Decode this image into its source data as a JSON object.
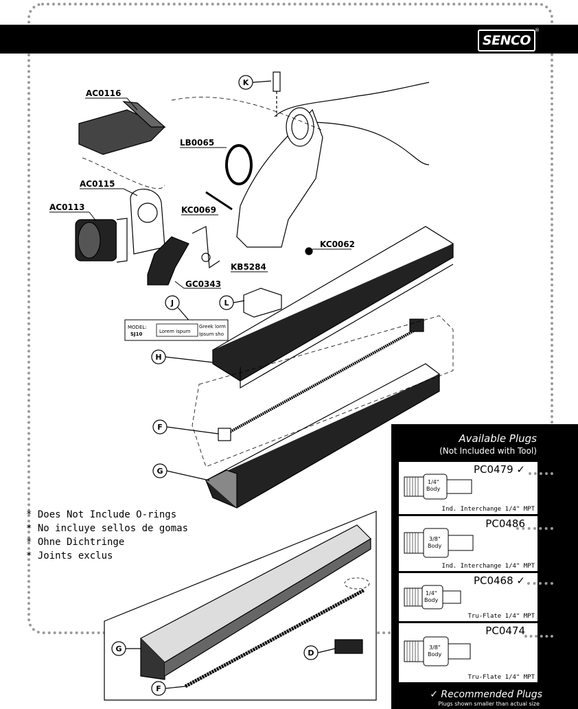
{
  "brand": {
    "logo_text": "SENCO",
    "registered_mark": "®"
  },
  "parts": {
    "ac0116": "AC0116",
    "lb0065": "LB0065",
    "ac0115": "AC0115",
    "ac0113": "AC0113",
    "kc0069": "KC0069",
    "kc0062": "KC0062",
    "kb5284": "KB5284",
    "gc0343": "GC0343"
  },
  "callouts": {
    "k": "K",
    "j": "J",
    "l": "L",
    "h": "H",
    "f": "F",
    "g": "G",
    "d": "D"
  },
  "label_plate": {
    "model_label": "MODEL:",
    "model_value": "SJ10",
    "lorem": "Lorem ispum",
    "greek1": "Greek lorm",
    "greek2": "Ipsum sho"
  },
  "notes": [
    "* Does Not Include O-rings",
    "* No incluye sellos de gomas",
    "* Ohne Dichtringe",
    "* Joints exclus"
  ],
  "plugs_panel": {
    "title": "Available Plugs",
    "subtitle": "(Not Included with Tool)",
    "plugs": [
      {
        "code": "PC0479",
        "recommended": true,
        "body": "1/4\"",
        "body_word": "Body",
        "desc": "Ind. Interchange 1/4\" MPT"
      },
      {
        "code": "PC0486",
        "recommended": false,
        "body": "3/8\"",
        "body_word": "Body",
        "desc": "Ind. Interchange 1/4\" MPT"
      },
      {
        "code": "PC0468",
        "recommended": true,
        "body": "1/4\"",
        "body_word": "Body",
        "desc": "Tru-Flate 1/4\" MPT"
      },
      {
        "code": "PC0474",
        "recommended": false,
        "body": "3/8\"",
        "body_word": "Body",
        "desc": "Tru-Flate 1/4\" MPT"
      }
    ],
    "check_mark": "✓",
    "recommended_label": "✓ Recommended Plugs",
    "note": "Plugs shown smaller than actual size"
  },
  "colors": {
    "bar": "#000000",
    "frame_dots": "#9a9a9a",
    "panel": "#000000"
  }
}
